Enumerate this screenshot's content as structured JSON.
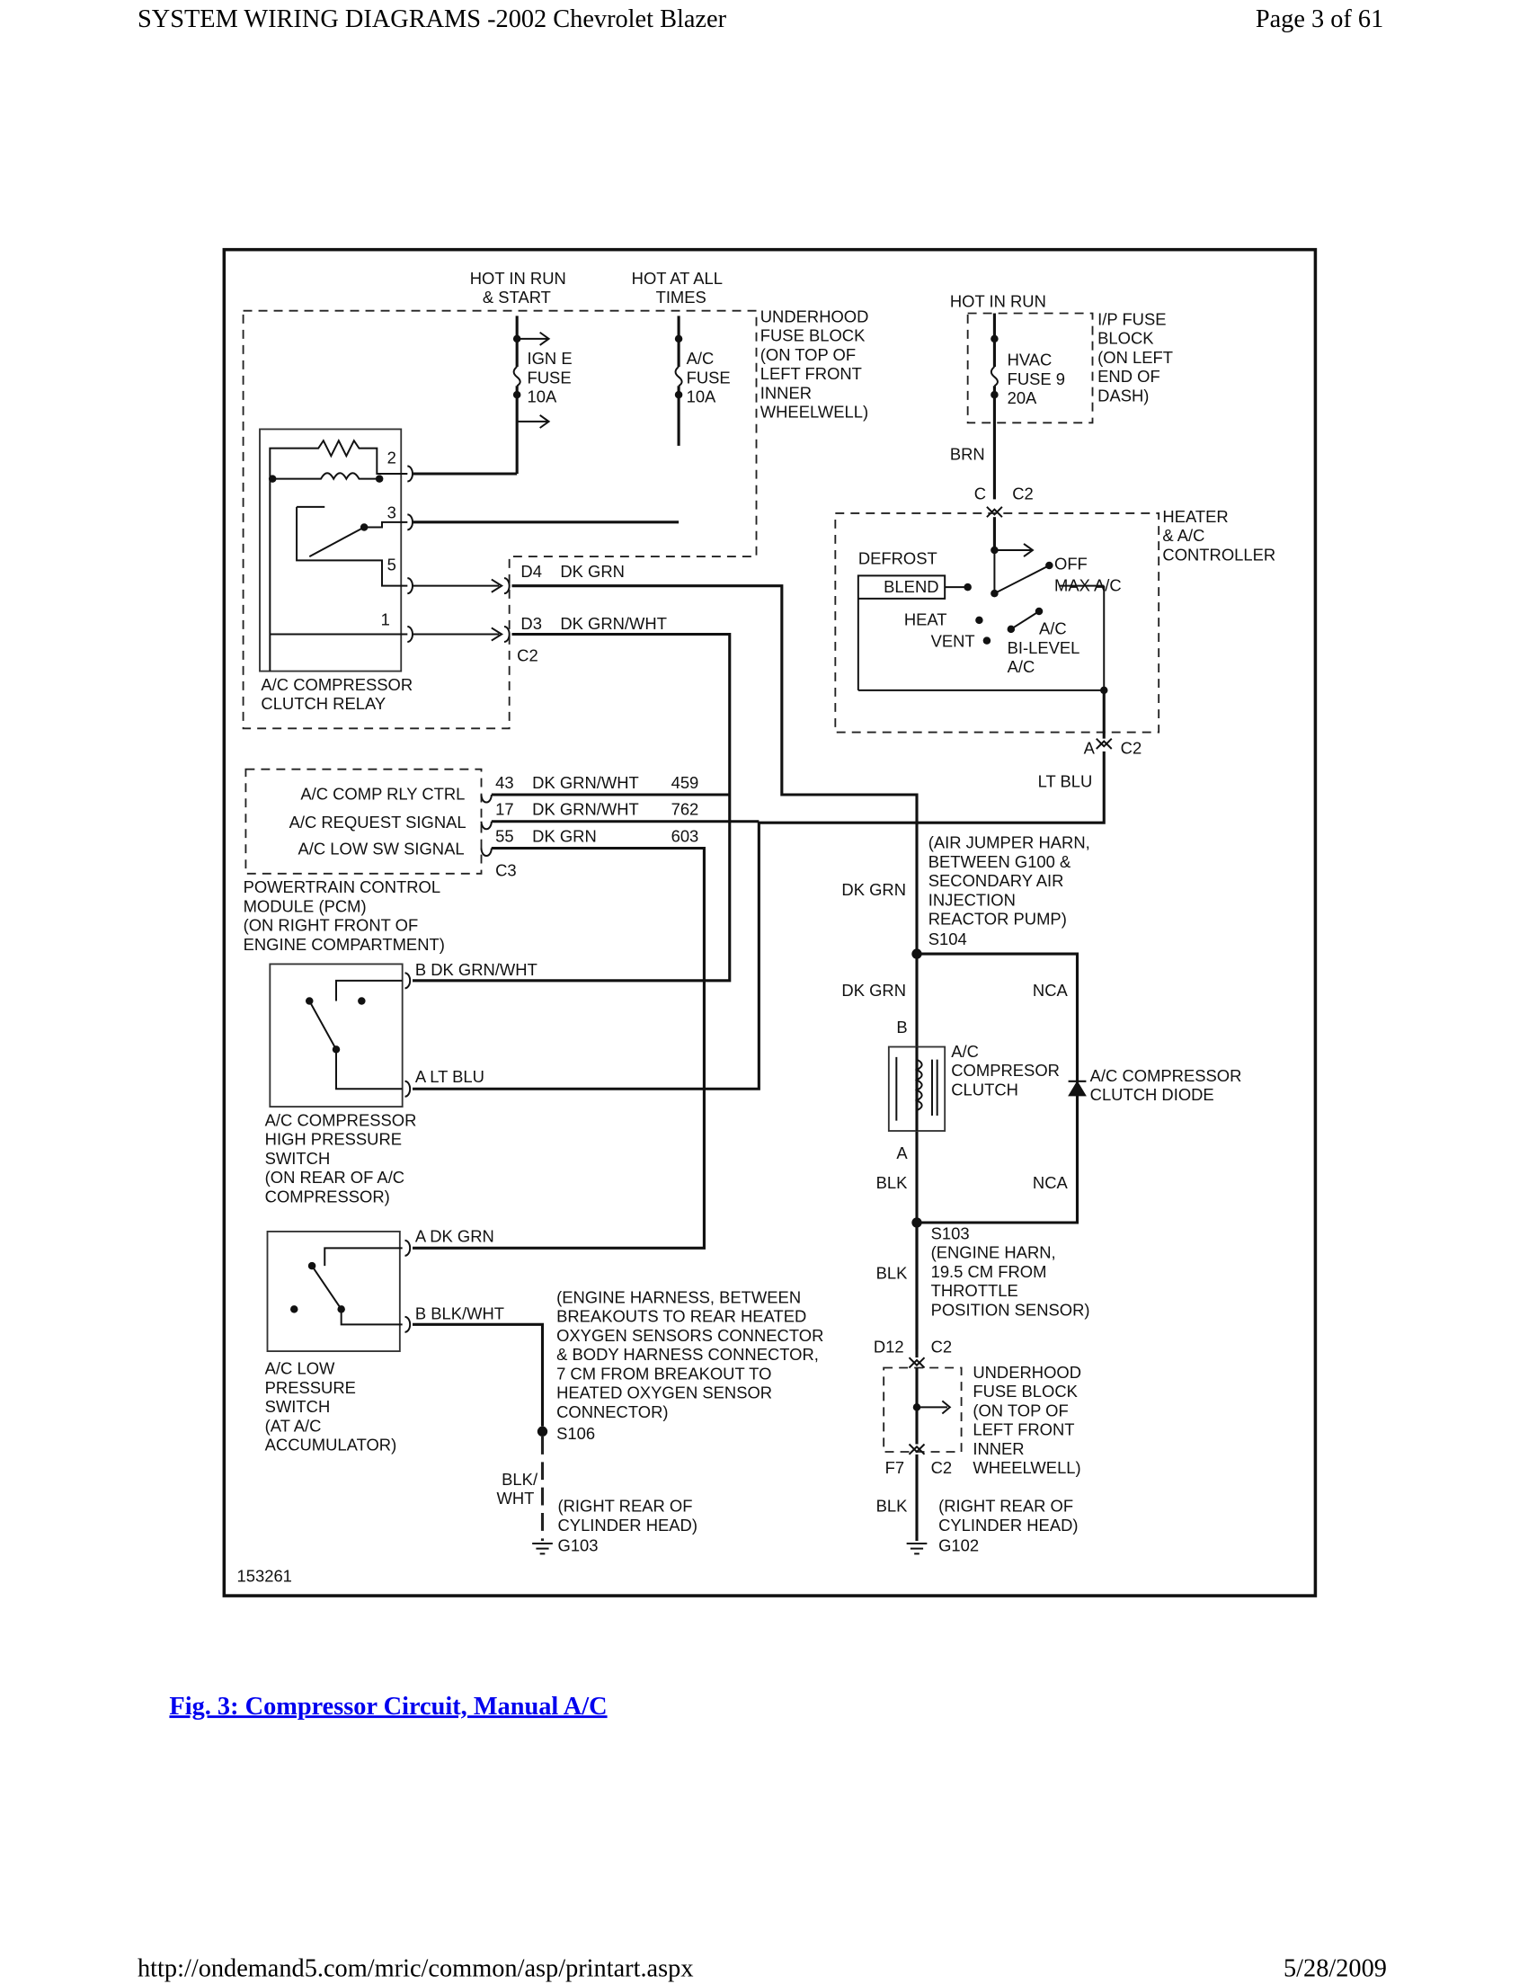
{
  "header": {
    "title": "SYSTEM WIRING DIAGRAMS -2002 Chevrolet Blazer",
    "page": "Page 3 of 61"
  },
  "footer": {
    "url": "http://ondemand5.com/mric/common/asp/printart.aspx",
    "date": "5/28/2009"
  },
  "caption": "Fig. 3: Compressor Circuit, Manual A/C",
  "diagram": {
    "figure_number": "153261",
    "feeds": {
      "hot_run_start": [
        "HOT IN RUN",
        "& START"
      ],
      "hot_all_times": [
        "HOT AT ALL",
        "TIMES"
      ],
      "hot_run": "HOT IN RUN"
    },
    "underhood_fuse_block": [
      "UNDERHOOD",
      "FUSE BLOCK",
      "(ON TOP OF",
      "LEFT FRONT",
      "INNER",
      "WHEELWELL)"
    ],
    "ign_fuse": [
      "IGN E",
      "FUSE",
      "10A"
    ],
    "ac_fuse": [
      "A/C",
      "FUSE",
      "10A"
    ],
    "ip_fuse_block": [
      "I/P FUSE",
      "BLOCK",
      "(ON LEFT",
      "END OF",
      "DASH)"
    ],
    "hvac_fuse": [
      "HVAC",
      "FUSE 9",
      "20A"
    ],
    "brn": "BRN",
    "c2": "C2",
    "pin_c": "C",
    "pin_a": "A",
    "pin_b": "B",
    "heater_controller": [
      "HEATER",
      "& A/C",
      "CONTROLLER"
    ],
    "controller_positions": {
      "defrost": "DEFROST",
      "blend": "BLEND",
      "off": "OFF",
      "max_ac": "MAX A/C",
      "heat": "HEAT",
      "vent": "VENT",
      "ac": "A/C",
      "bilevel": "BI-LEVEL",
      "bilevel_ac": "A/C"
    },
    "lt_blu": "LT BLU",
    "relay": {
      "label": [
        "A/C COMPRESSOR",
        "CLUTCH RELAY"
      ],
      "pins": [
        "2",
        "3",
        "5",
        "1"
      ]
    },
    "d4": "D4",
    "d3": "D3",
    "dk_grn": "DK GRN",
    "dk_grn_wht": "DK GRN/WHT",
    "pcm": {
      "signals": [
        {
          "name": "A/C COMP RLY CTRL",
          "pin": "43",
          "color": "DK GRN/WHT",
          "circuit": "459"
        },
        {
          "name": "A/C REQUEST SIGNAL",
          "pin": "17",
          "color": "DK GRN/WHT",
          "circuit": "762"
        },
        {
          "name": "A/C LOW SW SIGNAL",
          "pin": "55",
          "color": "DK GRN",
          "circuit": "603"
        }
      ],
      "connector": "C3",
      "label": [
        "POWERTRAIN CONTROL",
        "MODULE (PCM)",
        "(ON RIGHT FRONT OF",
        "ENGINE COMPARTMENT)"
      ]
    },
    "air_jumper": [
      "(AIR JUMPER HARN,",
      "BETWEEN G100 &",
      "SECONDARY AIR",
      "INJECTION",
      "REACTOR PUMP)"
    ],
    "s104": "S104",
    "nca": "NCA",
    "clutch": [
      "A/C",
      "COMPRESOR",
      "CLUTCH"
    ],
    "diode": [
      "A/C COMPRESSOR",
      "CLUTCH DIODE"
    ],
    "blk": "BLK",
    "s103": [
      "S103",
      "(ENGINE HARN,",
      "19.5 CM FROM",
      "THROTTLE",
      "POSITION SENSOR)"
    ],
    "high_pressure_switch": {
      "pin_b": "B  DK GRN/WHT",
      "pin_a": "A  LT BLU",
      "label": [
        "A/C COMPRESSOR",
        "HIGH PRESSURE",
        "SWITCH",
        "(ON REAR OF A/C",
        "COMPRESSOR)"
      ]
    },
    "low_pressure_switch": {
      "pin_a": "A   DK GRN",
      "pin_b": "B   BLK/WHT",
      "label": [
        "A/C LOW",
        "PRESSURE",
        "SWITCH",
        "(AT A/C",
        "ACCUMULATOR)"
      ]
    },
    "engine_harness": [
      "(ENGINE HARNESS, BETWEEN",
      "BREAKOUTS TO REAR HEATED",
      "OXYGEN SENSORS CONNECTOR",
      "& BODY HARNESS CONNECTOR,",
      "7 CM FROM BREAKOUT TO",
      "HEATED OXYGEN SENSOR",
      "CONNECTOR)"
    ],
    "s106": "S106",
    "blk_wht": [
      "BLK/",
      "WHT"
    ],
    "right_rear": [
      "(RIGHT REAR OF",
      "CYLINDER HEAD)"
    ],
    "g103": "G103",
    "g102": "G102",
    "d12": "D12",
    "f7": "F7",
    "underhood_fuse_block_2": [
      "UNDERHOOD",
      "FUSE BLOCK",
      "(ON TOP OF",
      "LEFT FRONT",
      "INNER",
      "WHEELWELL)"
    ]
  }
}
